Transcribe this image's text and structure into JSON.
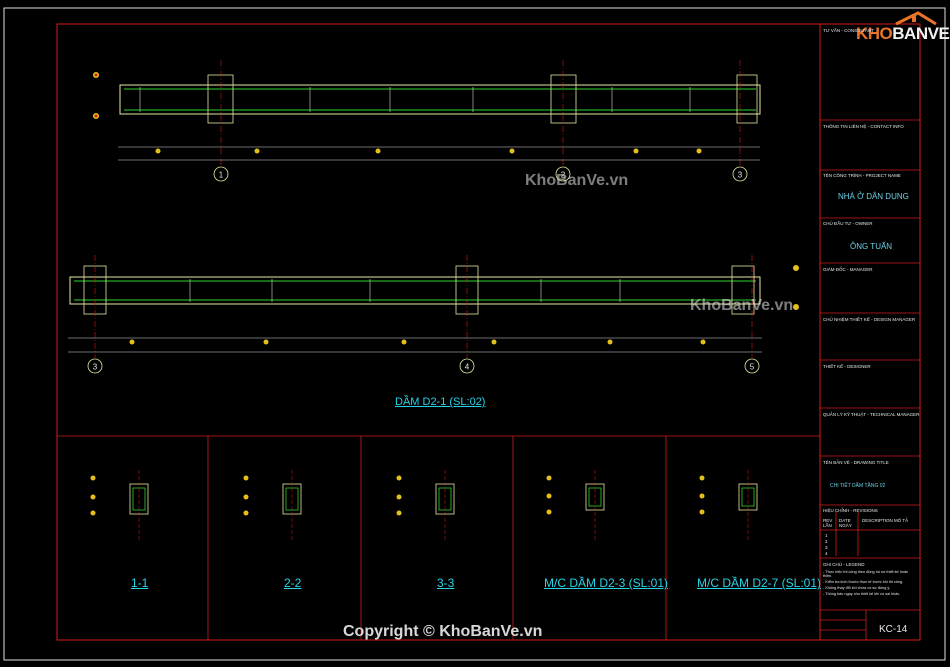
{
  "sheet": {
    "code": "KC-14"
  },
  "watermarks": {
    "mid1": "KhoBanVe.vn",
    "mid2": "KhoBanVe.vn",
    "copyright": "Copyright © KhoBanVe.vn"
  },
  "logo": {
    "kho": "KHO",
    "banve": "BANVE"
  },
  "beam": {
    "title": "DẦM D2-1 (SL:02)"
  },
  "axes": {
    "a1": "1",
    "a2": "2",
    "a3": "3",
    "a4": "4",
    "a5": "5"
  },
  "sections": {
    "s1": "1-1",
    "s2": "2-2",
    "s3": "3-3",
    "s4": "M/C DẦM D2-3 (SL:01)",
    "s5": "M/C DẦM D2-7 (SL:01)"
  },
  "title_block": {
    "consultant": "TƯ VẤN - CONSULTANT",
    "contact": "THÔNG TIN LIÊN HỆ - CONTACT INFO",
    "project_label": "TÊN CÔNG TRÌNH - PROJECT NAME",
    "project_name": "NHÀ Ở DÂN DỤNG",
    "owner_label": "CHỦ ĐẦU TƯ - OWNER",
    "owner_name": "ÔNG TUẤN",
    "director": "GIÁM ĐỐC - MANAGER",
    "chief_designer": "CHỦ NHIỆM THIẾT KẾ - DESIGN MANAGER",
    "designer": "THIẾT KẾ - DESIGNER",
    "tech_manager": "QUẢN LÝ KỸ THUẬT - TECHNICAL MANAGER",
    "drawing_title_label": "TÊN BẢN VẼ - DRAWING TITLE",
    "drawing_title": "CHI TIẾT DẦM TẦNG 02",
    "revision_label": "HIỆU CHỈNH - REVISIONS",
    "rev_cols": [
      "REV LẦN",
      "DATE NGÀY",
      "DESCRIPTION MÔ TẢ"
    ],
    "rev_rows": [
      "1",
      "2",
      "3",
      "4"
    ],
    "notes_label": "GHI CHÚ - LEGEND",
    "notes": [
      "- Thực hiện thi công theo đúng hồ sơ thiết kế hoàn thiện.",
      "- Kiểm tra kích thước thực tế trước khi thi công.",
      "- Không thay đổi khi chưa có sự đồng ý.",
      "- Thông báo ngay cho thiết kế khi có sai khác."
    ]
  }
}
